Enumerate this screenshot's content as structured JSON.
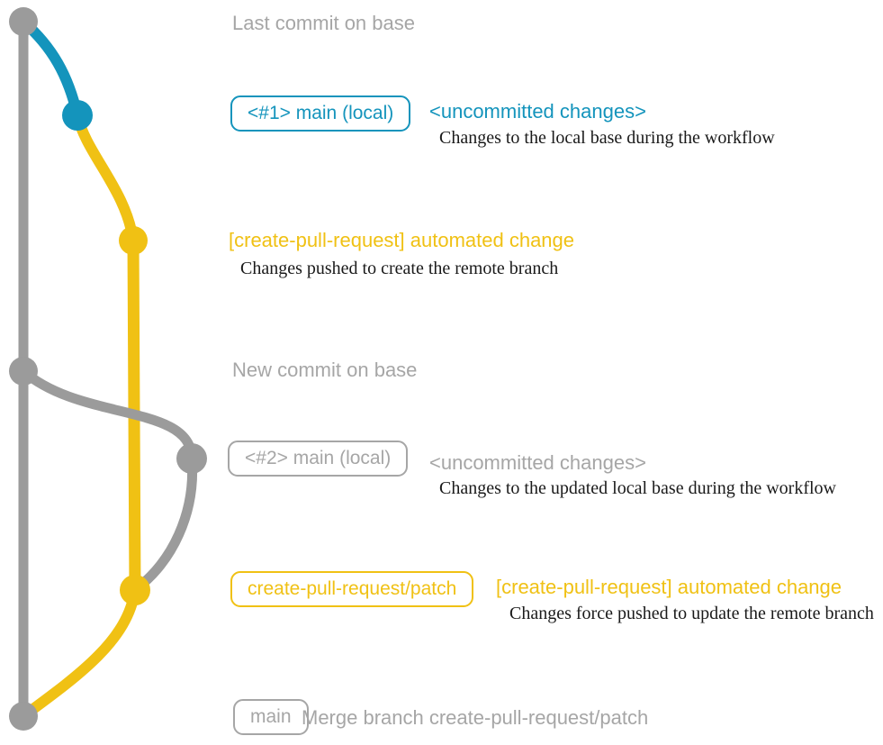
{
  "colors": {
    "base": "#9b9b9b",
    "gray_text": "#a6a6a6",
    "blue": "#1494bc",
    "yellow": "#f0c114",
    "description_text": "#1a1a1a",
    "background": "#ffffff"
  },
  "graph": {
    "branches": [
      {
        "name": "base",
        "color": "#9b9b9b"
      },
      {
        "name": "main (local)",
        "color": "#1494bc"
      },
      {
        "name": "create-pull-request/patch",
        "color": "#f0c114"
      }
    ],
    "commit_count": 7
  },
  "captions": {
    "top": "Last commit on base",
    "middle": "New commit on base"
  },
  "row1": {
    "badge": "<#1> main (local)",
    "heading": "<uncommitted changes>",
    "description": "Changes to the local base during the workflow"
  },
  "row2": {
    "heading": "[create-pull-request] automated change",
    "description": "Changes pushed to create the remote branch"
  },
  "row3": {
    "badge": "<#2> main (local)",
    "heading": "<uncommitted changes>",
    "description": "Changes to the updated local base during the workflow"
  },
  "row4": {
    "badge": "create-pull-request/patch",
    "heading": "[create-pull-request] automated change",
    "description": "Changes force pushed to update the remote branch"
  },
  "row5": {
    "badge": "main",
    "message": "Merge branch create-pull-request/patch"
  }
}
